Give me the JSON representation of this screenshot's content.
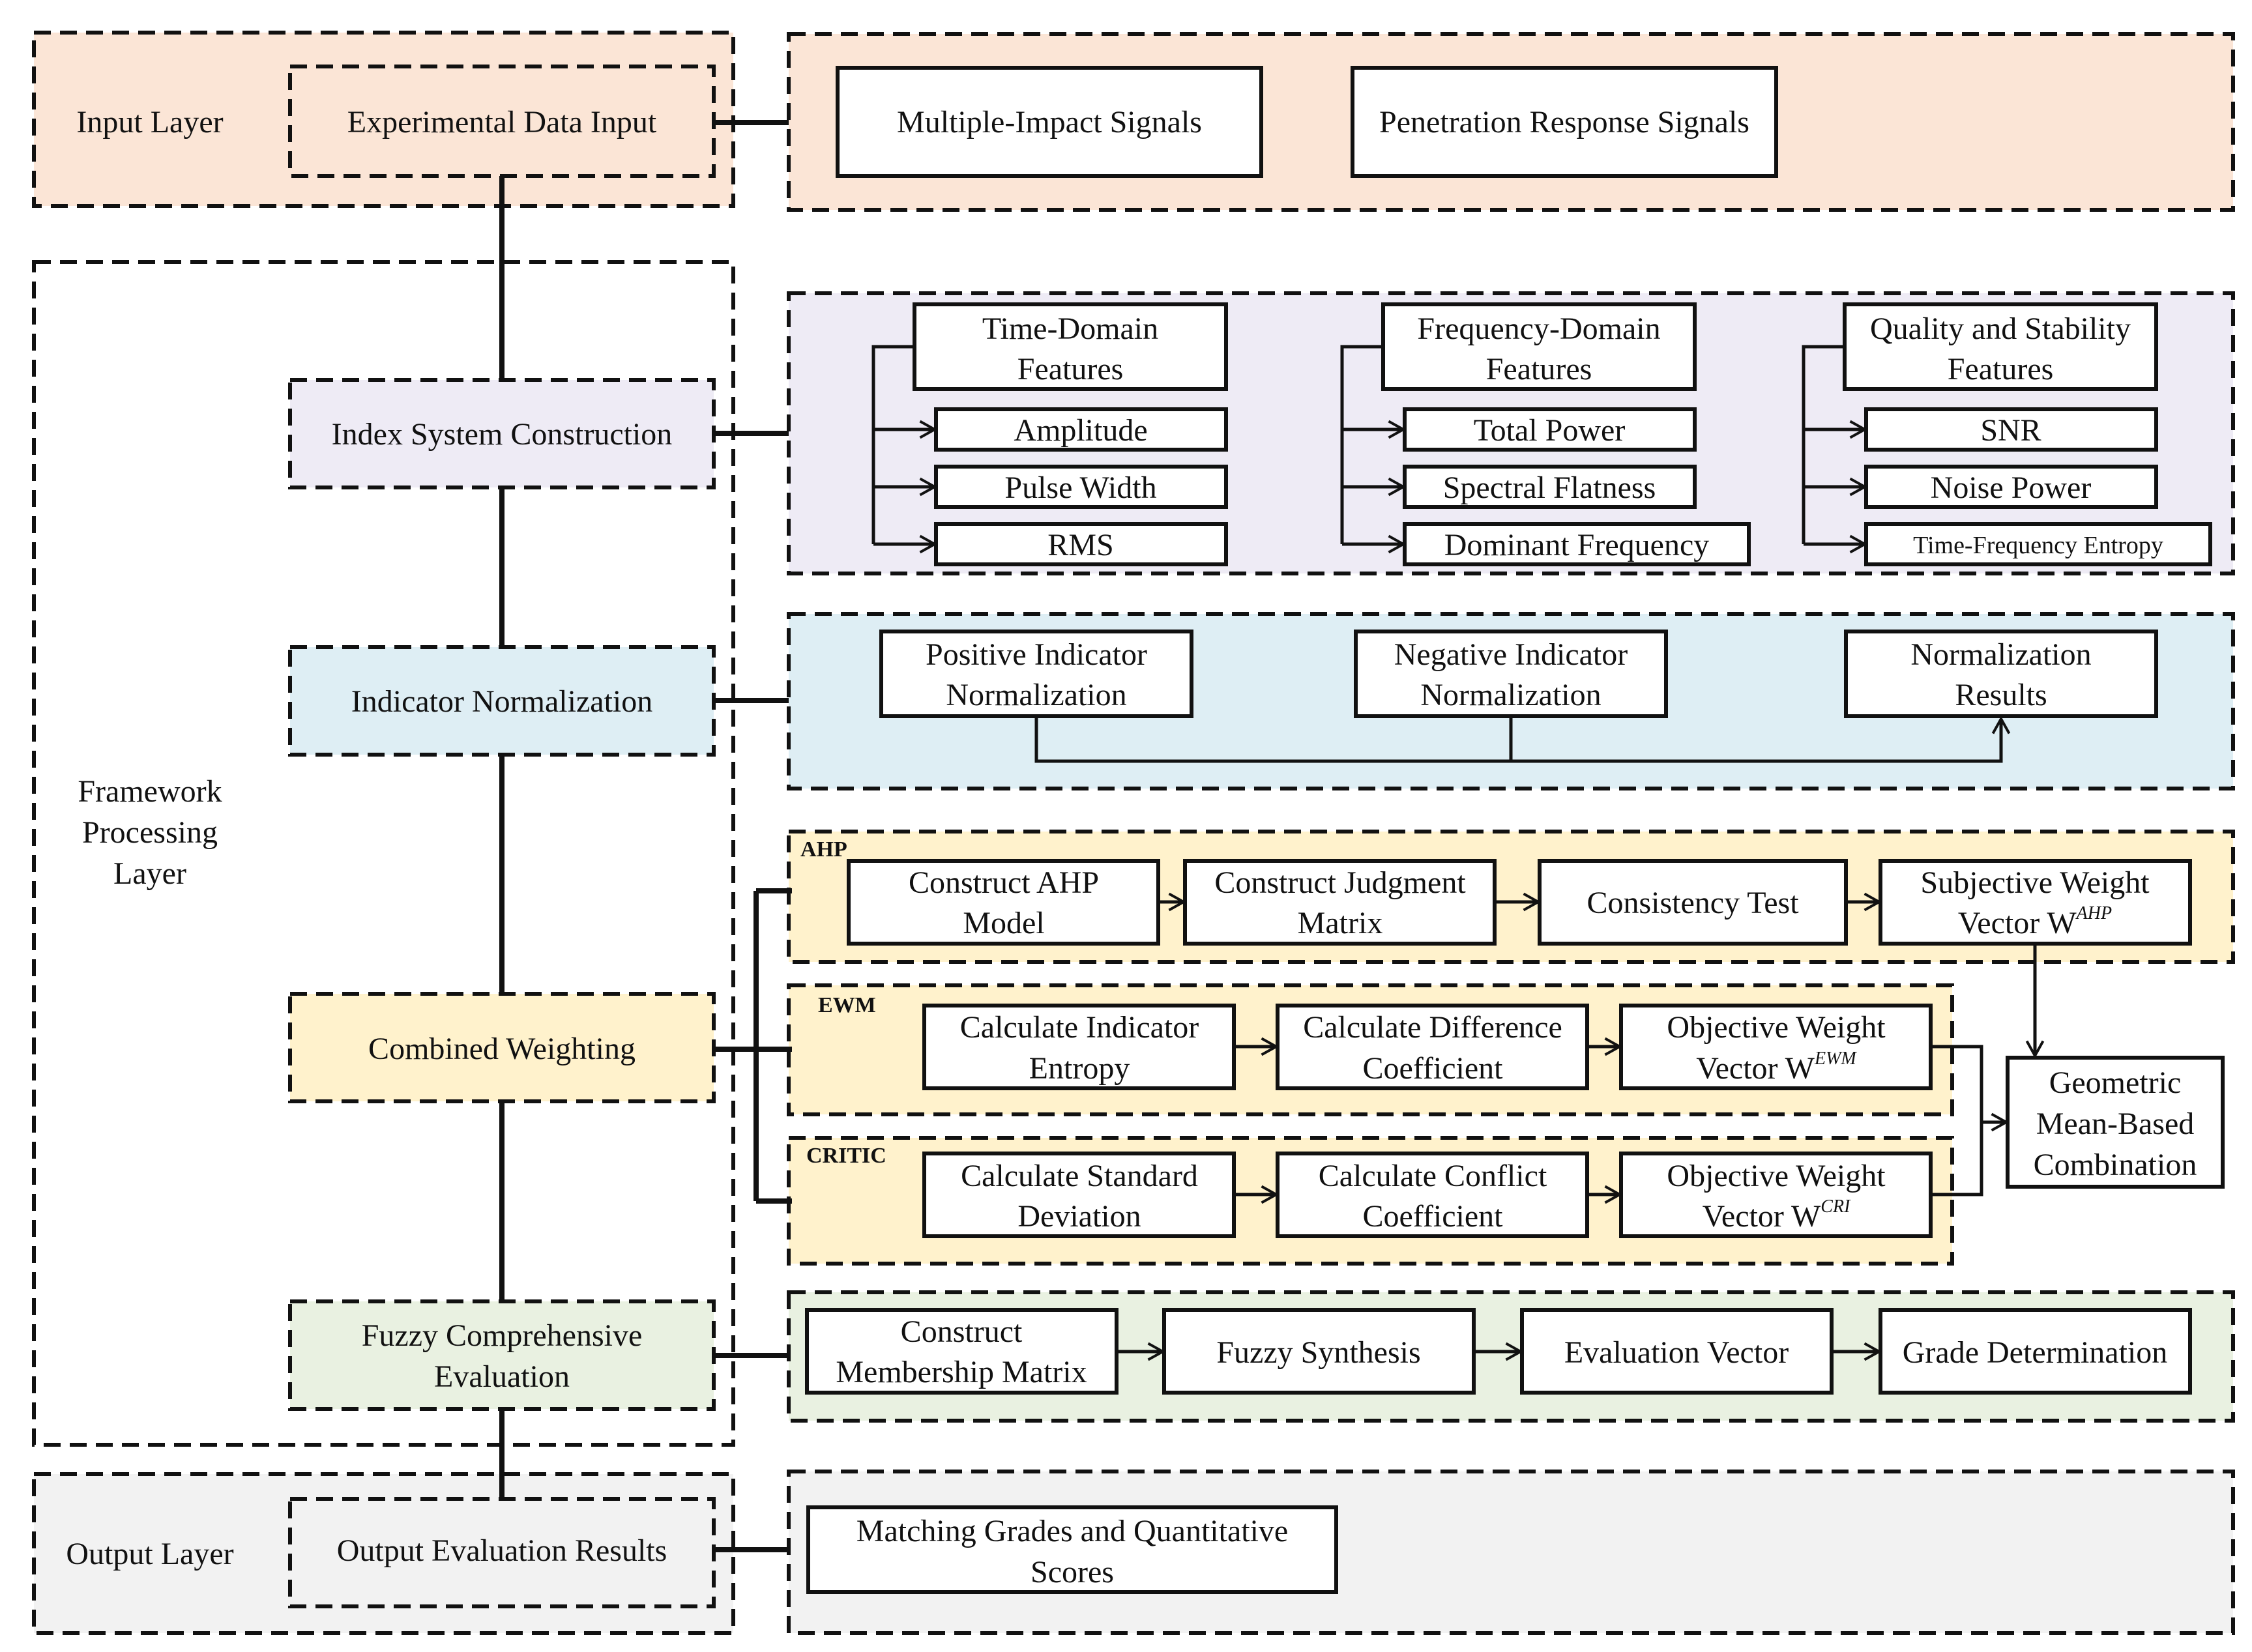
{
  "colors": {
    "input": "#FBE5D6",
    "index": "#EEEBF5",
    "normalization": "#DEEEF4",
    "weighting": "#FFF2CC",
    "fuzzy": "#E9F1E1",
    "output": "#F2F2F2",
    "frame": "#FFFFFF"
  },
  "layers": {
    "input": "Input Layer",
    "framework": [
      "Framework",
      "Processing",
      "Layer"
    ],
    "output": "Output Layer"
  },
  "stages": {
    "experimental_input": "Experimental Data Input",
    "index_system": "Index System Construction",
    "normalization": "Indicator Normalization",
    "combined_weighting": "Combined Weighting",
    "fuzzy": [
      "Fuzzy Comprehensive",
      "Evaluation"
    ],
    "output": "Output Evaluation Results"
  },
  "input_signals": [
    "Multiple-Impact Signals",
    "Penetration Response Signals"
  ],
  "features": {
    "time_domain": {
      "title": [
        "Time-Domain",
        "Features"
      ],
      "items": [
        "Amplitude",
        "Pulse Width",
        "RMS"
      ]
    },
    "frequency_domain": {
      "title": [
        "Frequency-Domain",
        "Features"
      ],
      "items": [
        "Total Power",
        "Spectral Flatness",
        "Dominant Frequency"
      ]
    },
    "quality": {
      "title": [
        "Quality and Stability",
        "Features"
      ],
      "items": [
        "SNR",
        "Noise Power",
        "Time-Frequency Entropy"
      ]
    }
  },
  "normalization_steps": {
    "positive": [
      "Positive Indicator",
      "Normalization"
    ],
    "negative": [
      "Negative Indicator",
      "Normalization"
    ],
    "results": [
      "Normalization",
      "Results"
    ]
  },
  "ahp": {
    "tag": "AHP",
    "steps": [
      [
        "Construct AHP",
        "Model"
      ],
      [
        "Construct Judgment",
        "Matrix"
      ],
      [
        "Consistency Test"
      ]
    ],
    "weight": {
      "line1": "Subjective Weight",
      "line2": "Vector W",
      "sup": "AHP"
    }
  },
  "ewm": {
    "tag": "EWM",
    "steps": [
      [
        "Calculate Indicator",
        "Entropy"
      ],
      [
        "Calculate Difference",
        "Coefficient"
      ]
    ],
    "weight": {
      "line1": "Objective Weight",
      "line2": "Vector W",
      "sup": "EWM"
    }
  },
  "critic": {
    "tag": "CRITIC",
    "steps": [
      [
        "Calculate Standard",
        "Deviation"
      ],
      [
        "Calculate Conflict",
        "Coefficient"
      ]
    ],
    "weight": {
      "line1": "Objective Weight",
      "line2": "Vector W",
      "sup": "CRI"
    }
  },
  "combination": [
    "Geometric",
    "Mean-Based",
    "Combination"
  ],
  "fuzzy_steps": [
    [
      "Construct",
      "Membership Matrix"
    ],
    [
      "Fuzzy Synthesis"
    ],
    [
      "Evaluation Vector"
    ],
    [
      "Grade Determination"
    ]
  ],
  "output_result": [
    "Matching Grades and Quantitative",
    "Scores"
  ]
}
